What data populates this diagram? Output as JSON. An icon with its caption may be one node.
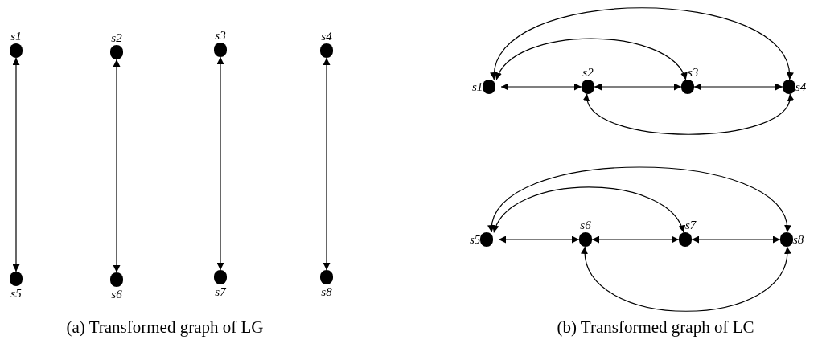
{
  "diagram": {
    "nodes": [
      {
        "text": [
          "s1"
        ]
      },
      {
        "text": [
          "s2"
        ]
      },
      {
        "text": [
          "s3"
        ]
      },
      {
        "text": [
          "s4"
        ]
      },
      {
        "text": [
          "s5"
        ]
      },
      {
        "text": [
          "s6"
        ]
      },
      {
        "text": [
          "s7"
        ]
      },
      {
        "text": [
          "s8"
        ]
      },
      {
        "text": [
          "s1"
        ]
      },
      {
        "text": [
          "s2"
        ]
      },
      {
        "text": [
          "s3"
        ]
      },
      {
        "text": [
          "s4"
        ]
      },
      {
        "text": [
          "s5"
        ]
      },
      {
        "text": [
          "s6"
        ]
      },
      {
        "text": [
          "s7"
        ]
      },
      {
        "text": [
          "s8"
        ]
      }
    ],
    "edges": [
      {
        "from": 0,
        "to": 4,
        "arrow": "both"
      },
      {
        "from": 1,
        "to": 5,
        "arrow": "both"
      },
      {
        "from": 2,
        "to": 6,
        "arrow": "both"
      },
      {
        "from": 3,
        "to": 7,
        "arrow": "both"
      },
      {
        "from": 8,
        "to": 9,
        "arrow": "both"
      },
      {
        "from": 9,
        "to": 10,
        "arrow": "both"
      },
      {
        "from": 10,
        "to": 11,
        "arrow": "both"
      },
      {
        "from": 8,
        "to": 10,
        "arrow": "both"
      },
      {
        "from": 8,
        "to": 11,
        "arrow": "both"
      },
      {
        "from": 9,
        "to": 11,
        "arrow": "both"
      },
      {
        "from": 12,
        "to": 13,
        "arrow": "both"
      },
      {
        "from": 13,
        "to": 14,
        "arrow": "both"
      },
      {
        "from": 14,
        "to": 15,
        "arrow": "both"
      },
      {
        "from": 12,
        "to": 14,
        "arrow": "both"
      },
      {
        "from": 12,
        "to": 15,
        "arrow": "both"
      },
      {
        "from": 13,
        "to": 15,
        "arrow": "both"
      }
    ],
    "labels": [
      "(a) Transformed graph of LG",
      "(b) Transformed graph of LC"
    ]
  }
}
